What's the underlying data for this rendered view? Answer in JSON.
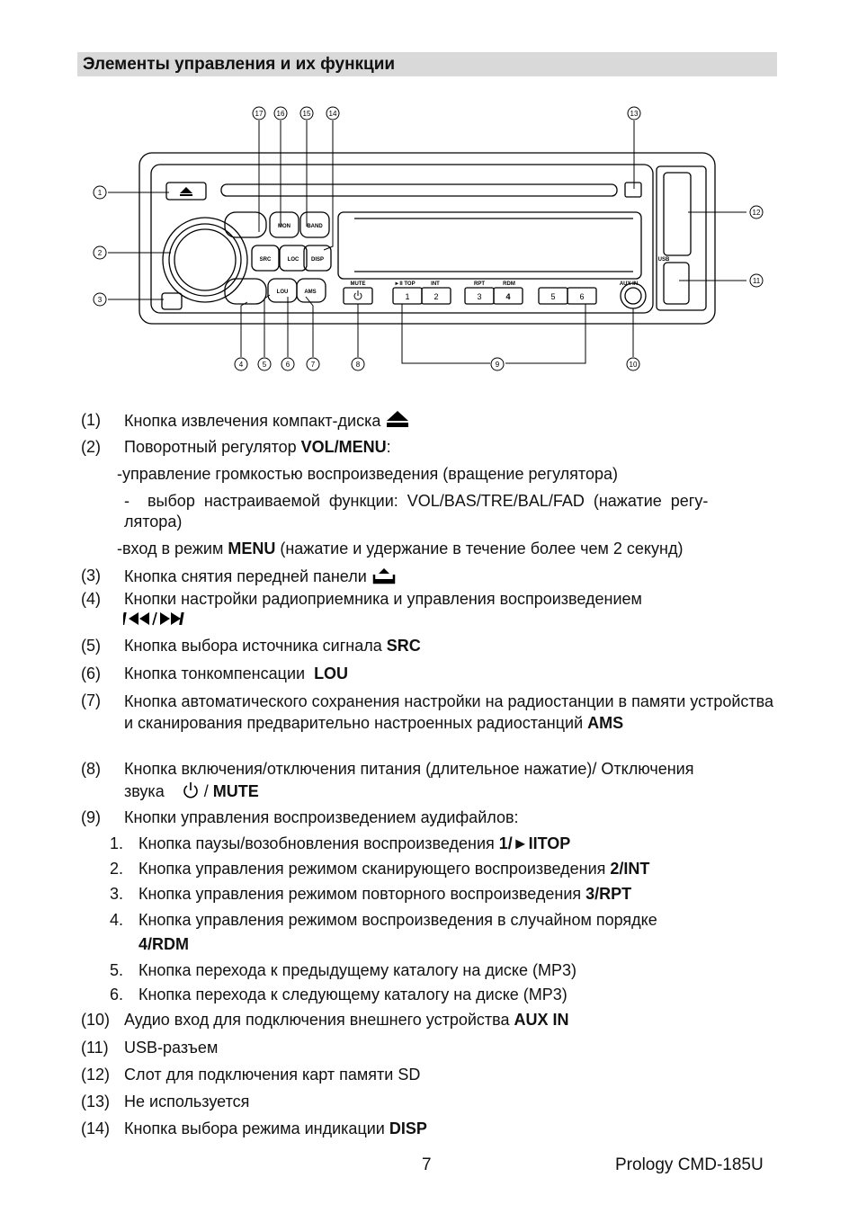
{
  "heading": "Элементы управления и их функции",
  "diagram": {
    "callouts_top": [
      "17",
      "16",
      "15",
      "14",
      "13"
    ],
    "callouts_left": [
      "1",
      "2",
      "3"
    ],
    "callouts_right": [
      "12",
      "11"
    ],
    "callouts_bottom": [
      "4",
      "5",
      "6",
      "7",
      "8",
      "9",
      "10"
    ],
    "button_labels": {
      "src": "SRC",
      "loc": "LOC",
      "disp": "DISP",
      "mon": "MON",
      "band": "BAND",
      "lou": "LOU",
      "ams": "AMS",
      "mute": "MUTE",
      "top": "►II TOP",
      "int": "INT",
      "rpt": "RPT",
      "rdm": "RDM",
      "aux": "AUX IN",
      "usb": "USB"
    },
    "preset_numbers": [
      "1",
      "2",
      "3",
      "4",
      "5",
      "6"
    ]
  },
  "items": [
    {
      "n": "(1)",
      "text": "Кнопка извлечения компакт-диска",
      "icon": "eject-icon"
    },
    {
      "n": "(2)",
      "text": "Поворотный регулятор ",
      "bold": "VOL/MENU",
      "tail": ":"
    },
    {
      "text": "-управление громкостью воспроизведения (вращение регулятора)"
    },
    {
      "text": "-    выбор  настраиваемой  функции:  VOL/BAS/TRE/BAL/FAD  (нажатие  регу-",
      "cont": "лятора)"
    },
    {
      "text": "-вход в режим ",
      "bold": "MENU",
      "tail": " (нажатие и удержание в течение более чем 2 секунд)"
    },
    {
      "n": "(3)",
      "text": "Кнопка снятия передней панели",
      "icon": "panel-release-icon"
    },
    {
      "n": "(4)",
      "text": "Кнопки настройки радиоприемника и управления воспроизведением",
      "icon": "prev-next-icon"
    },
    {
      "n": "(5)",
      "text": "Кнопка выбора источника сигнала ",
      "bold": "SRC"
    },
    {
      "n": "(6)",
      "text": "Кнопка тонкомпенсации  ",
      "bold": "LOU"
    },
    {
      "n": "(7)",
      "text": "Кнопка автоматического сохранения настройки на радиостанции в памяти устройства и сканирования предварительно настроенных радиостанций ",
      "bold": "AMS"
    },
    {
      "n": "(8)",
      "text": "Кнопка включения/отключения питания (длительное нажатие)/ Отключения",
      "cont": "звука",
      "sep": " / ",
      "bold": "MUTE",
      "icon": "power-icon"
    },
    {
      "n": "(9)",
      "text": "Кнопки управления воспроизведением аудифайлов:"
    },
    {
      "n": "1.",
      "text": "Кнопка паузы/возобновления воспроизведения ",
      "bold": "1/►IITOP"
    },
    {
      "n": "2.",
      "text": "Кнопка управления режимом сканирующего воспроизведения ",
      "bold": "2/INT"
    },
    {
      "n": "3.",
      "text": "Кнопка управления режимом повторного воспроизведения ",
      "bold": "3/RPT"
    },
    {
      "n": "4.",
      "text": "Кнопка управления режимом воспроизведения в случайном порядке",
      "cont": "4/RDM"
    },
    {
      "n": "5.",
      "text": "Кнопка перехода к предыдущему каталогу на диске (MP3)"
    },
    {
      "n": "6.",
      "text": "Кнопка перехода к следующему каталогу на диске (MP3)"
    },
    {
      "n": "(10)",
      "text": "Аудио вход для подключения внешнего устройства ",
      "bold": "AUX IN"
    },
    {
      "n": "(11)",
      "text": "USB-разъем"
    },
    {
      "n": "(12)",
      "text": "Слот для подключения карт памяти SD"
    },
    {
      "n": "(13)",
      "text": "Не используется"
    },
    {
      "n": "(14)",
      "text": "Кнопка выбора режима индикации ",
      "bold": "DISP"
    }
  ],
  "footer": {
    "page": "7",
    "model": "Prology CMD-185U"
  }
}
